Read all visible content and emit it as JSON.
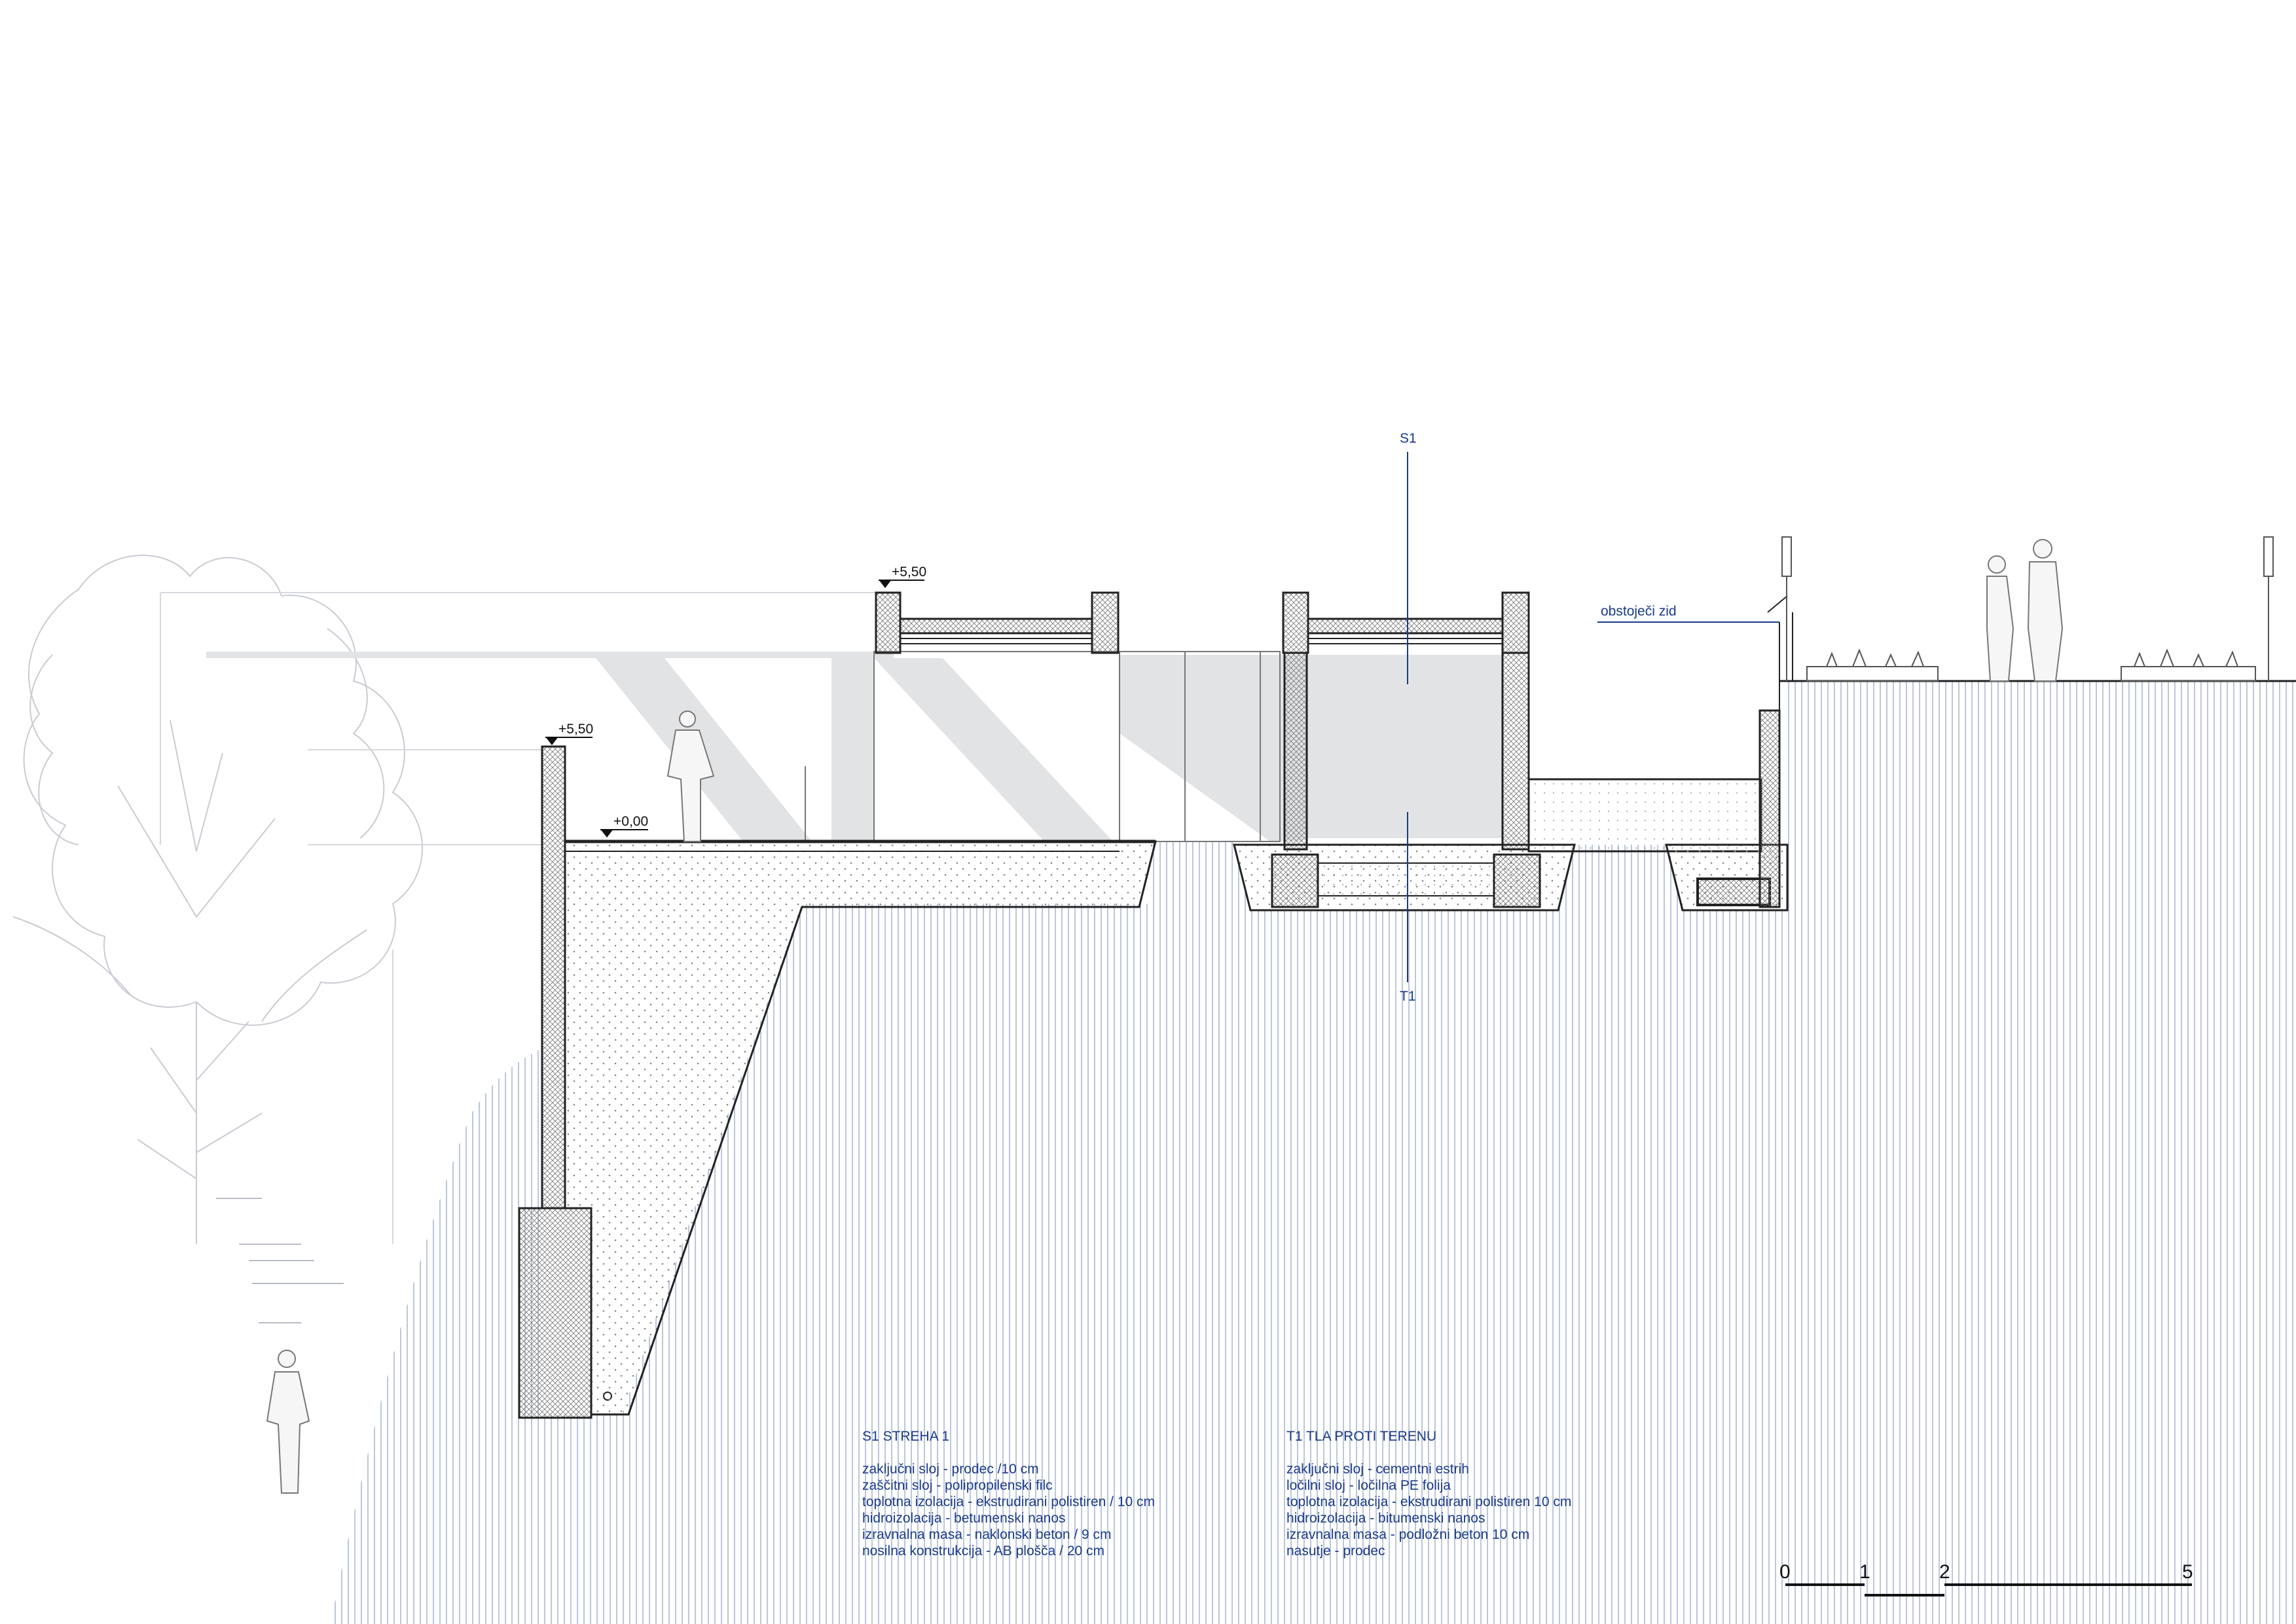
{
  "levels": {
    "upper_roof": "+5,50",
    "left_wall": "+5,50",
    "floor": "+0,00"
  },
  "section_markers": {
    "top": "S1",
    "bottom": "T1"
  },
  "annotations": {
    "existing_wall": "obstoječi zid"
  },
  "legend_s1": {
    "title": "S1  STREHA 1",
    "layers": [
      "zaključni sloj - prodec /10 cm",
      "zaščitni sloj - polipropilenski filc",
      "toplotna izolacija - ekstrudirani polistiren / 10 cm",
      "hidroizolacija - betumenski nanos",
      "izravnalna masa - naklonski beton / 9 cm",
      "nosilna konstrukcija - AB plošča / 20 cm"
    ]
  },
  "legend_t1": {
    "title": "T1   TLA PROTI TERENU",
    "layers": [
      "zaključni sloj - cementni estrih",
      "ločilni sloj - ločilna PE folija",
      "toplotna izolacija - ekstrudirani polistiren 10 cm",
      "hidroizolacija - bitumenski nanos",
      "izravnalna masa - podložni beton 10 cm",
      "nasutje - prodec"
    ]
  },
  "scale_bar": {
    "ticks": [
      "0",
      "1",
      "2",
      "5"
    ]
  },
  "colors": {
    "ink": "#222222",
    "label": "#1a3a8a",
    "shadow": "#e2e3e5",
    "ground_hatch": "#8f9fc4",
    "background_tree": "#c9ccd3"
  }
}
